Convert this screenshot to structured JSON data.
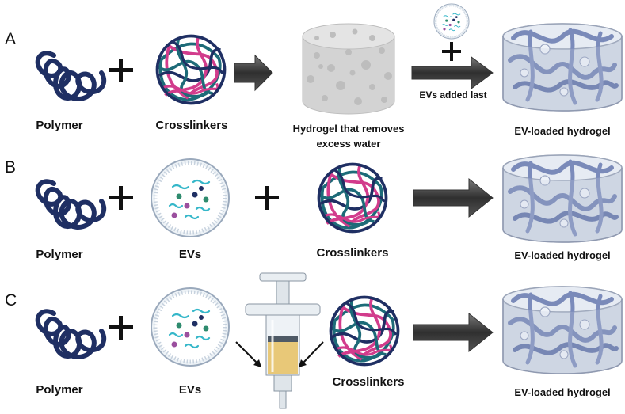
{
  "rows": [
    {
      "letter": "A",
      "labels": {
        "polymer": "Polymer",
        "crosslinkers": "Crosslinkers",
        "hydrogel_line1": "Hydrogel that removes",
        "hydrogel_line2": "excess water",
        "evs_added": "EVs added last",
        "result": "EV-loaded hydrogel"
      }
    },
    {
      "letter": "B",
      "labels": {
        "polymer": "Polymer",
        "evs": "EVs",
        "crosslinkers": "Crosslinkers",
        "result": "EV-loaded hydrogel"
      }
    },
    {
      "letter": "C",
      "labels": {
        "polymer": "Polymer",
        "evs": "EVs",
        "crosslinkers": "Crosslinkers",
        "result": "EV-loaded hydrogel"
      }
    }
  ],
  "icons": [
    "polymer-strand-icon",
    "crosslinker-network-icon",
    "ev-vesicle-icon",
    "porous-hydrogel-icon",
    "ev-loaded-hydrogel-icon",
    "syringe-icon",
    "right-arrow-icon",
    "plus-icon"
  ],
  "colors": {
    "polymer": "#1f2f63",
    "crosslinker_teal": "#1d6b78",
    "crosslinker_pink": "#d23c8c",
    "arrow": "#4a4a4a",
    "hydrogel_block": "#d6d6d6",
    "gel_strand": "#6e7fb2",
    "container": "#c9d0df",
    "syringe_fill": "#e8c878"
  }
}
